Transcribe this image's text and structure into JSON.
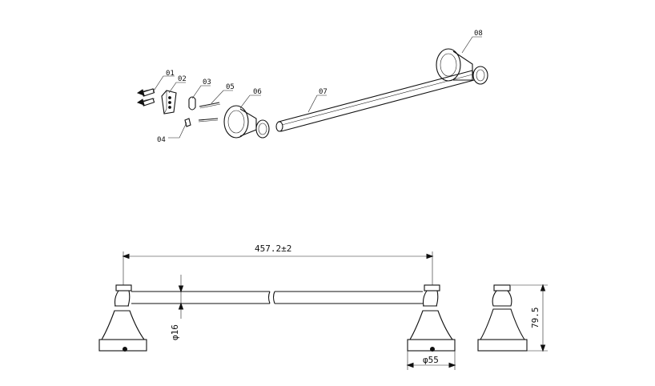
{
  "exploded_view": {
    "callouts": [
      {
        "id": "01"
      },
      {
        "id": "02"
      },
      {
        "id": "03"
      },
      {
        "id": "04"
      },
      {
        "id": "05"
      },
      {
        "id": "06"
      },
      {
        "id": "07"
      },
      {
        "id": "08"
      }
    ]
  },
  "dimensions": {
    "overall_length": "457.2±2",
    "bar_diameter": "φ16",
    "base_diameter": "φ55",
    "bracket_height": "79.5"
  },
  "colors": {
    "line": "#111111",
    "background": "#ffffff"
  }
}
